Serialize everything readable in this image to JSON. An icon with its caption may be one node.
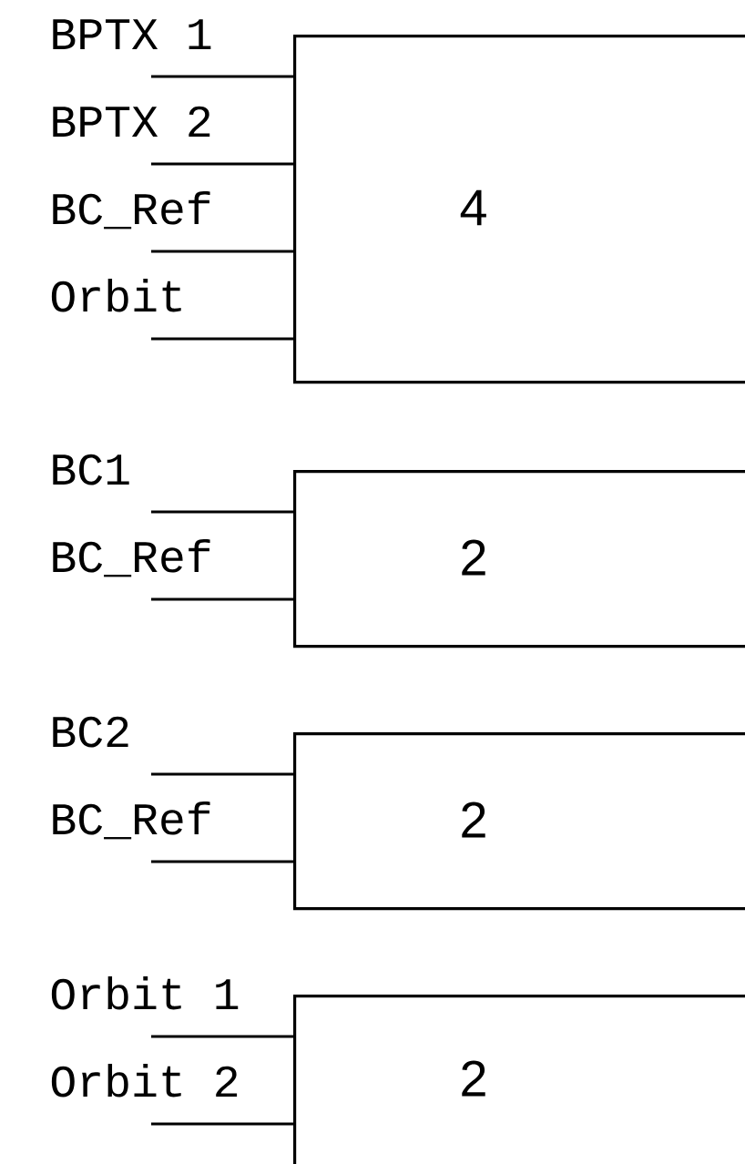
{
  "diagram": {
    "nodes": [
      {
        "text": [
          "4"
        ]
      },
      {
        "text": [
          "2"
        ]
      },
      {
        "text": [
          "2"
        ]
      },
      {
        "text": [
          "2"
        ]
      }
    ],
    "edges": [
      {
        "from": null,
        "to": 0,
        "arrow": "none",
        "label": "BPTX 1"
      },
      {
        "from": null,
        "to": 0,
        "arrow": "none",
        "label": "BPTX 2"
      },
      {
        "from": null,
        "to": 0,
        "arrow": "none",
        "label": "BC_Ref"
      },
      {
        "from": null,
        "to": 0,
        "arrow": "none",
        "label": "Orbit"
      },
      {
        "from": null,
        "to": 1,
        "arrow": "none",
        "label": "BC1"
      },
      {
        "from": null,
        "to": 1,
        "arrow": "none",
        "label": "BC_Ref"
      },
      {
        "from": null,
        "to": 2,
        "arrow": "none",
        "label": "BC2"
      },
      {
        "from": null,
        "to": 2,
        "arrow": "none",
        "label": "BC_Ref"
      },
      {
        "from": null,
        "to": 3,
        "arrow": "none",
        "label": "Orbit 1"
      },
      {
        "from": null,
        "to": 3,
        "arrow": "none",
        "label": "Orbit 2"
      }
    ]
  }
}
